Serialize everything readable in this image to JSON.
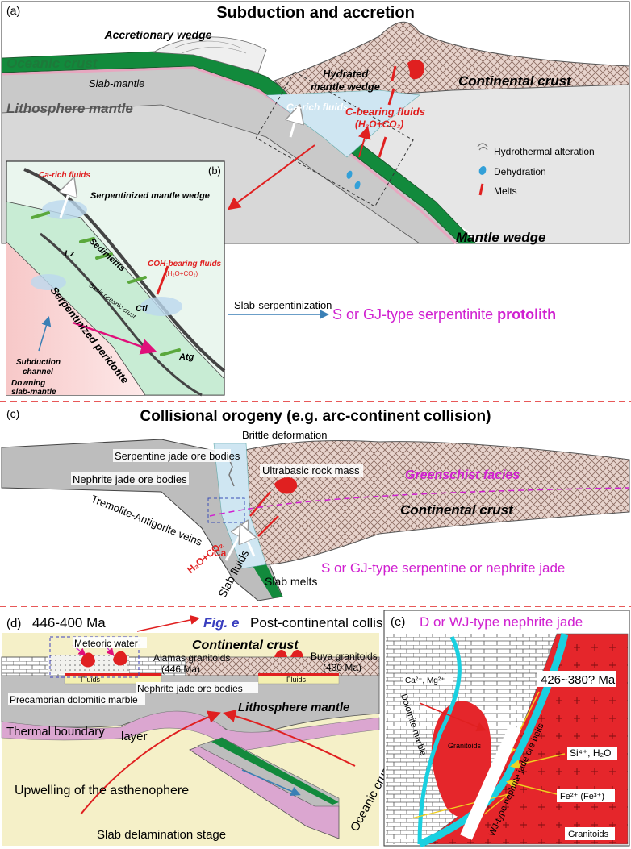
{
  "panel_a": {
    "letter": "(a)",
    "title": "Subduction and accretion",
    "accretionary_wedge": "Accretionary wedge",
    "oceanic_crust": "Oceanic crust",
    "slab_mantle": "Slab-mantle",
    "lithosphere_mantle": "Lithosphere mantle",
    "hydrated_mantle_wedge_1": "Hydrated",
    "hydrated_mantle_wedge_2": "mantle wedge",
    "continental_crust": "Continental crust",
    "ca_rich_fluids": "Ca-rich fluids",
    "c_bearing_fluids": "C-bearing fluids",
    "c_bearing_formula": "(H₂O+CO₂)",
    "mantle_wedge": "Mantle wedge",
    "legend": {
      "hydrothermal": "Hydrothermal alteration",
      "dehydration": "Dehydration",
      "melts": "Melts"
    }
  },
  "panel_b": {
    "letter": "(b)",
    "ca_rich_fluids": "Ca-rich fluids",
    "serpentinized_mantle_wedge": "Serpentinized mantle wedge",
    "lz": "Lz",
    "sediments": "Sediments",
    "coh_fluids": "COH-bearing fluids",
    "coh_formula": "(H₂O+CO₂)",
    "basic_oceanic_crust": "Basic oceanic crust",
    "ctl": "Ctl",
    "serpentinized_peridotite": "Serpentinized peridotite",
    "atg": "Atg",
    "subduction_channel_1": "Subduction",
    "subduction_channel_2": "channel",
    "downing_1": "Downing",
    "downing_2": "slab-mantle"
  },
  "arrow_label": "Slab-serpentinization",
  "protolith": {
    "prefix": "S or GJ-type serpentinite ",
    "word": "protolith"
  },
  "panel_c": {
    "letter": "(c)",
    "title": "Collisional orogeny (e.g. arc-continent collision)",
    "brittle": "Brittle deformation",
    "serpentine_jade": "Serpentine jade ore bodies",
    "ultrabasic": "Ultrabasic rock mass",
    "nephrite_jade": "Nephrite jade ore bodies",
    "greenschist": "Greenschist facies",
    "tremolite": "Tremolite-Antigorite veins",
    "continental_crust": "Continental crust",
    "ca": "Ca",
    "h2o_co2": "H₂O+CO₂",
    "slab_fluids": "Slab fluids",
    "slab_melts": "Slab melts",
    "result": "S or GJ-type serpentine or nephrite jade"
  },
  "panel_d": {
    "letter": "(d)",
    "age": "446-400 Ma",
    "fig_e": "Fig. e",
    "post_collision": "Post-continental collision",
    "meteoric_water": "Meteoric water",
    "continental_crust": "Continental crust",
    "alamas_1": "Alamas granitoids",
    "alamas_2": "(446 Ma)",
    "buya_1": "Buya granitoids",
    "buya_2": "(430 Ma)",
    "fluids": "Fluids",
    "nephrite_ore": "Nephrite jade ore bodies",
    "marble": "Precambrian dolomitic marble",
    "lithosphere_mantle": "Lithosphere mantle",
    "thermal_1": "Thermal boundary",
    "thermal_2": "layer",
    "upwelling": "Upwelling of the asthenophere",
    "oceanic_crust": "Oceanic crust",
    "delamination": "Slab delamination stage"
  },
  "panel_e": {
    "letter": "(e)",
    "title": "D or WJ-type nephrite jade",
    "ca_mg": "Ca²⁺, Mg²⁺",
    "age": "426~380? Ma",
    "dolomite": "Dolomite marble",
    "granitoids": "Granitoids",
    "si_h2o": "Si⁴⁺, H₂O",
    "ore_belts": "WJ-type nephrite jade ore belts",
    "fe": "Fe²⁺ (Fe³⁺)",
    "granitoids_2": "Granitoids"
  }
}
